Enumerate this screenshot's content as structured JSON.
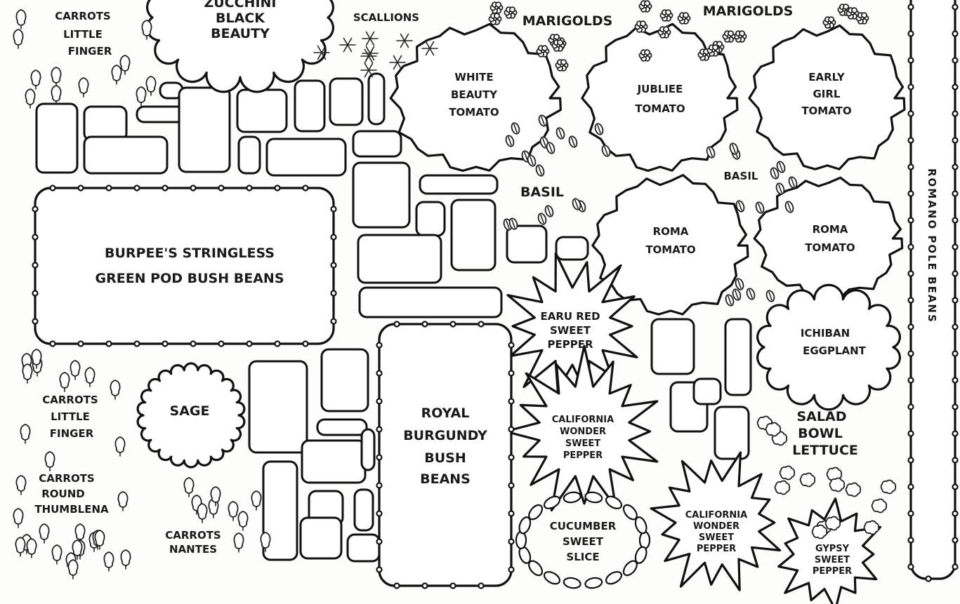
{
  "colors": {
    "ink": "#111111",
    "paper": "#fdfdfb"
  },
  "plants": {
    "zucchini": [
      "ZUCCHINI",
      "BLACK",
      "BEAUTY"
    ],
    "scallions": [
      "SCALLIONS"
    ],
    "marigolds_1": [
      "MARIGOLDS"
    ],
    "marigolds_2": [
      "MARIGOLDS"
    ],
    "carrots_top": [
      "CARROTS",
      "LITTLE",
      "FINGER"
    ],
    "white_beauty": [
      "WHITE",
      "BEAUTY",
      "TOMATO"
    ],
    "jubliee": [
      "JUBLIEE",
      "TOMATO"
    ],
    "early_girl": [
      "EARLY",
      "GIRL",
      "TOMATO"
    ],
    "romano": [
      "ROMANO POLE BEANS"
    ],
    "basil_1": [
      "BASIL"
    ],
    "basil_2": [
      "BASIL"
    ],
    "burpees": [
      "BURPEE'S STRINGLESS",
      "GREEN POD BUSH BEANS"
    ],
    "roma_1": [
      "ROMA",
      "TOMATO"
    ],
    "roma_2": [
      "ROMA",
      "TOMATO"
    ],
    "early_red": [
      "EARU RED",
      "SWEET",
      "PEPPER"
    ],
    "ichiban": [
      "ICHIBAN",
      "EGGPLANT"
    ],
    "sage": [
      "SAGE"
    ],
    "carrots_lf": [
      "CARROTS",
      "LITTLE",
      "FINGER"
    ],
    "carrots_round": [
      "CARROTS",
      "ROUND",
      "THUMBLENA"
    ],
    "carrots_nantes": [
      "CARROTS",
      "NANTES"
    ],
    "royal_burgundy": [
      "ROYAL",
      "BURGUNDY",
      "BUSH",
      "BEANS"
    ],
    "california_1": [
      "CALIFORNIA",
      "WONDER",
      "SWEET",
      "PEPPER"
    ],
    "california_2": [
      "CALIFORNIA",
      "WONDER",
      "SWEET",
      "PEPPER"
    ],
    "salad_bowl": [
      "SALAD",
      "BOWL",
      "LETTUCE"
    ],
    "cucumber": [
      "CUCUMBER",
      "SWEET",
      "SLICE"
    ],
    "gypsy": [
      "GYPSY",
      "SWEET",
      "PEPPER"
    ]
  },
  "icons": {
    "marigold": "flower-icon",
    "scallion": "sprout-icon",
    "carrot": "carrot-icon",
    "basil": "leaf-icon",
    "lettuce": "lettuce-icon"
  }
}
